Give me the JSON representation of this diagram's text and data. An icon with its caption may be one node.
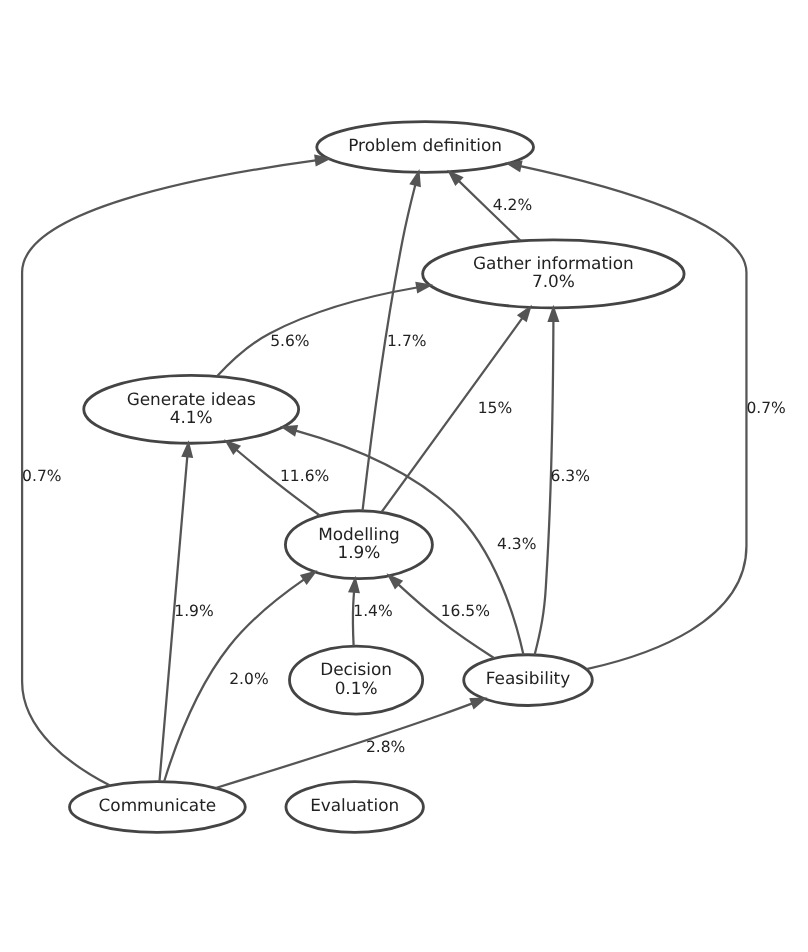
{
  "diagram": {
    "nodes": [
      {
        "text": [
          "Problem definition"
        ]
      },
      {
        "text": [
          "Communicate"
        ]
      },
      {
        "text": [
          "Gather information",
          "7.0%"
        ]
      },
      {
        "text": [
          "Decision",
          "0.1%"
        ]
      },
      {
        "text": [
          "Generate ideas",
          "4.1%"
        ]
      },
      {
        "text": [
          "Evaluation"
        ]
      },
      {
        "text": [
          "Modelling",
          "1.9%"
        ]
      },
      {
        "text": [
          "Feasibility"
        ]
      }
    ],
    "edges": [
      {
        "from": 1,
        "to": 0,
        "arrow": "to",
        "label": "0.7%"
      },
      {
        "from": 2,
        "to": 0,
        "arrow": "to",
        "label": "4.2%"
      },
      {
        "from": 1,
        "to": 4,
        "arrow": "to",
        "label": "1.9%"
      },
      {
        "from": 1,
        "to": 7,
        "arrow": "to",
        "label": "2.8%"
      },
      {
        "from": 1,
        "to": 6,
        "arrow": "to",
        "label": "2.0%"
      },
      {
        "from": 6,
        "to": 0,
        "arrow": "to",
        "label": "1.7%"
      },
      {
        "from": 7,
        "to": 0,
        "arrow": "to",
        "label": "0.7%"
      },
      {
        "from": 6,
        "to": 2,
        "arrow": "to",
        "label": "15%"
      },
      {
        "from": 7,
        "to": 2,
        "arrow": "to",
        "label": "6.3%"
      },
      {
        "from": 7,
        "to": 4,
        "arrow": "to",
        "label": "4.3%"
      },
      {
        "from": 3,
        "to": 6,
        "arrow": "to",
        "label": "1.4%"
      },
      {
        "from": 4,
        "to": 2,
        "arrow": "to",
        "label": "5.6%"
      },
      {
        "from": 6,
        "to": 4,
        "arrow": "to",
        "label": "11.6%"
      },
      {
        "from": 7,
        "to": 6,
        "arrow": "to",
        "label": "16.5%"
      }
    ]
  }
}
